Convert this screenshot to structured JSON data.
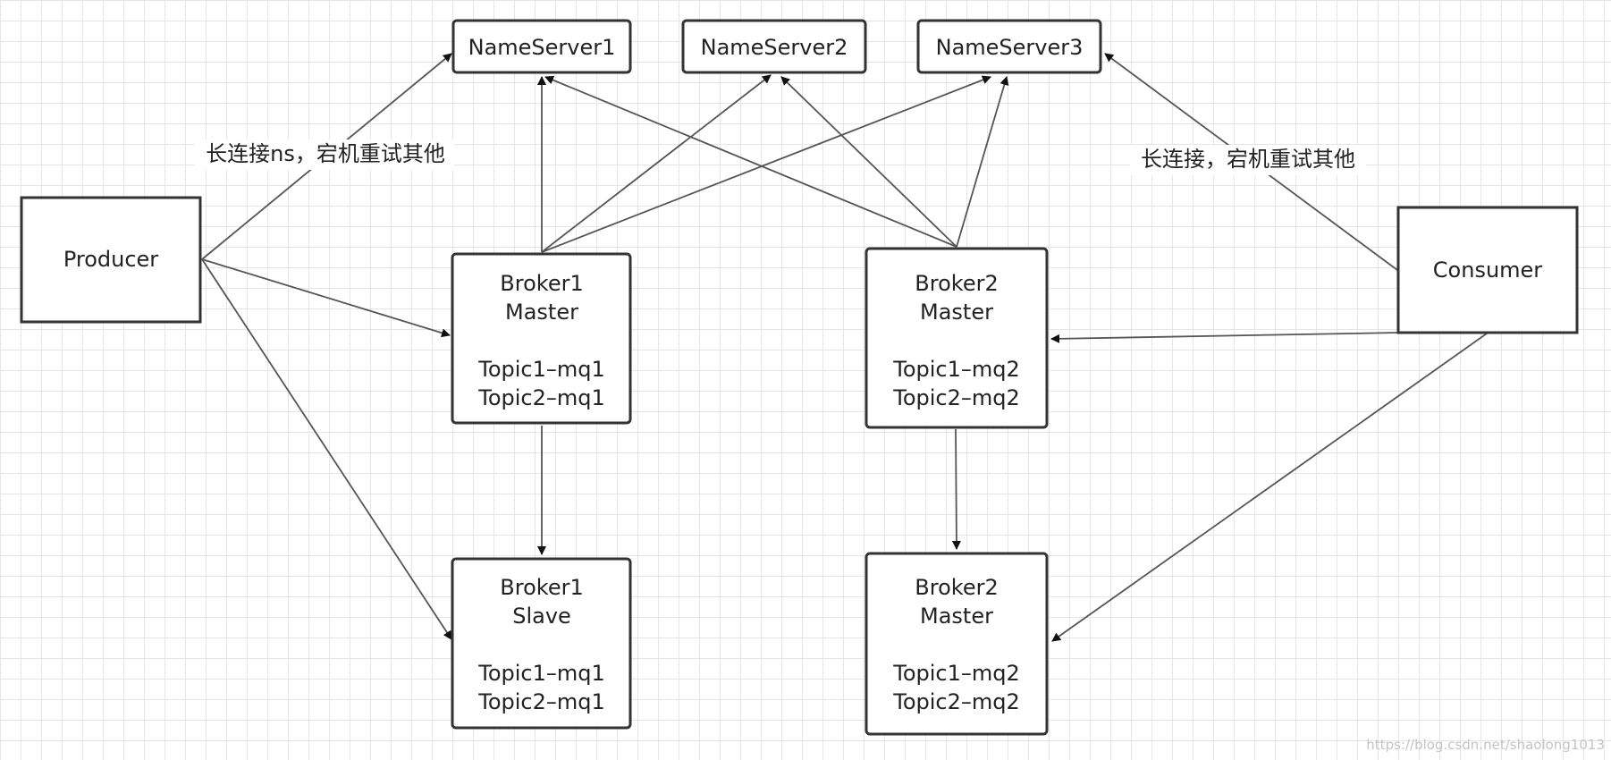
{
  "diagram": {
    "nameservers": [
      {
        "label": "NameServer1"
      },
      {
        "label": "NameServer2"
      },
      {
        "label": "NameServer3"
      }
    ],
    "producer": {
      "label": "Producer"
    },
    "consumer": {
      "label": "Consumer"
    },
    "brokers": [
      {
        "line1": "Broker1",
        "line2": "Master",
        "topic1": "Topic1–mq1",
        "topic2": "Topic2–mq1"
      },
      {
        "line1": "Broker2",
        "line2": "Master",
        "topic1": "Topic1–mq2",
        "topic2": "Topic2–mq2"
      },
      {
        "line1": "Broker1",
        "line2": "Slave",
        "topic1": "Topic1–mq1",
        "topic2": "Topic2–mq1"
      },
      {
        "line1": "Broker2",
        "line2": "Master",
        "topic1": "Topic1–mq2",
        "topic2": "Topic2–mq2"
      }
    ],
    "edge_labels": {
      "producer_ns": "长连接ns，宕机重试其他",
      "consumer_ns": "长连接，宕机重试其他"
    },
    "watermark": "https://blog.csdn.net/shaolong1013"
  }
}
